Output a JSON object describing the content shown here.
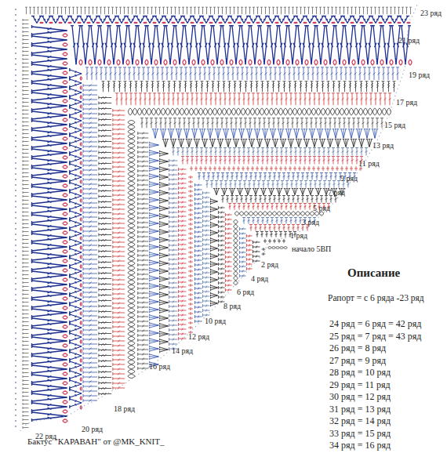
{
  "diagram": {
    "title": "Описание",
    "caption": "Бактус \"КАРАВАН\" от @MK_KNIT_",
    "labels": [
      "23 ряд",
      "21 ряд",
      "19 ряд",
      "17 ряд",
      "15 ряд",
      "13 ряд",
      "11 ряд",
      "9 ряд",
      "7 ряд",
      "5 ряд",
      "3 ряд",
      "1 ряд",
      "начало 5ВП",
      "2 ряд",
      "4 ряд",
      "6 ряд",
      "8 ряд",
      "10 ряд",
      "12 ряд",
      "14 ряд",
      "16 ряд",
      "18 ряд",
      "20 ряд",
      "22 ряд",
      "Рапорт = с 6 ряда -23 ряд",
      "24 ряд = 6 ряд = 42 ряд",
      "25 ряд = 7 ряд = 43 ряд",
      "26 ряд = 8 ряд",
      "27 ряд = 9 ряд",
      "28 ряд = 10 ряд",
      "29 ряд = 11 ряд",
      "30 ряд = 12 ряд",
      "31 ряд = 13 ряд",
      "32 ряд = 14 ряд",
      "33 ряд = 15 ряд",
      "34 ряд = 16 ряд"
    ]
  }
}
